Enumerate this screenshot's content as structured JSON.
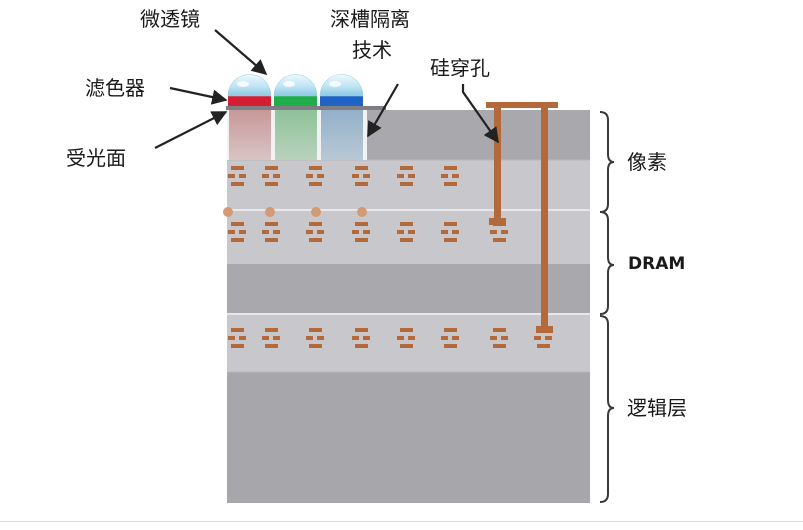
{
  "labels": {
    "microlens": "微透镜",
    "dti_line1": "深槽隔离",
    "dti_line2": "技术",
    "color_filter": "滤色器",
    "photosurface": "受光面",
    "tsv": "硅穿孔",
    "pixel": "像素",
    "dram": "DRAM",
    "logic": "逻辑层"
  },
  "colors": {
    "lens": "#bfe4f4",
    "filter_red": "#d61e32",
    "filter_green": "#1fae48",
    "filter_blue": "#1f63c4",
    "copper": "#b3693a",
    "layer_light": "#c7c7cb",
    "layer_dark": "#a6a6ab"
  }
}
